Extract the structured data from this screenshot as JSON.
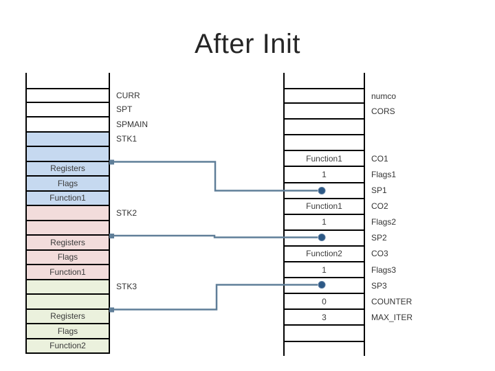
{
  "title": "After Init",
  "colors": {
    "stk1_fill": "#c6d9f0",
    "stk2_fill": "#f2dcdb",
    "stk3_fill": "#ebf1dd",
    "connector": "#5f7e98",
    "connector_dot": "#2d5986"
  },
  "left_stack": {
    "rows": [
      {
        "text": "",
        "label": "CURR"
      },
      {
        "text": "",
        "label": "SPT"
      },
      {
        "text": "",
        "label": "SPMAIN"
      },
      {
        "text": "",
        "label": "STK1"
      },
      {
        "text": "",
        "label": ""
      },
      {
        "text": "Registers",
        "label": ""
      },
      {
        "text": "Flags",
        "label": ""
      },
      {
        "text": "Function1",
        "label": ""
      },
      {
        "text": "",
        "label": "STK2"
      },
      {
        "text": "",
        "label": ""
      },
      {
        "text": "Registers",
        "label": ""
      },
      {
        "text": "Flags",
        "label": ""
      },
      {
        "text": "Function1",
        "label": ""
      },
      {
        "text": "",
        "label": "STK3"
      },
      {
        "text": "",
        "label": ""
      },
      {
        "text": "Registers",
        "label": ""
      },
      {
        "text": "Flags",
        "label": ""
      },
      {
        "text": "Function2",
        "label": ""
      }
    ]
  },
  "right_stack": {
    "rows": [
      {
        "text": "",
        "label": "numco"
      },
      {
        "text": "",
        "label": "CORS"
      },
      {
        "text": "",
        "label": ""
      },
      {
        "text": "",
        "label": ""
      },
      {
        "text": "Function1",
        "label": "CO1"
      },
      {
        "text": "1",
        "label": "Flags1"
      },
      {
        "text": "",
        "label": "SP1"
      },
      {
        "text": "Function1",
        "label": "CO2"
      },
      {
        "text": "1",
        "label": "Flags2"
      },
      {
        "text": "",
        "label": "SP2"
      },
      {
        "text": "Function2",
        "label": "CO3"
      },
      {
        "text": "1",
        "label": "Flags3"
      },
      {
        "text": "",
        "label": "SP3"
      },
      {
        "text": "0",
        "label": "COUNTER"
      },
      {
        "text": "3",
        "label": "MAX_ITER"
      },
      {
        "text": "",
        "label": ""
      }
    ]
  }
}
